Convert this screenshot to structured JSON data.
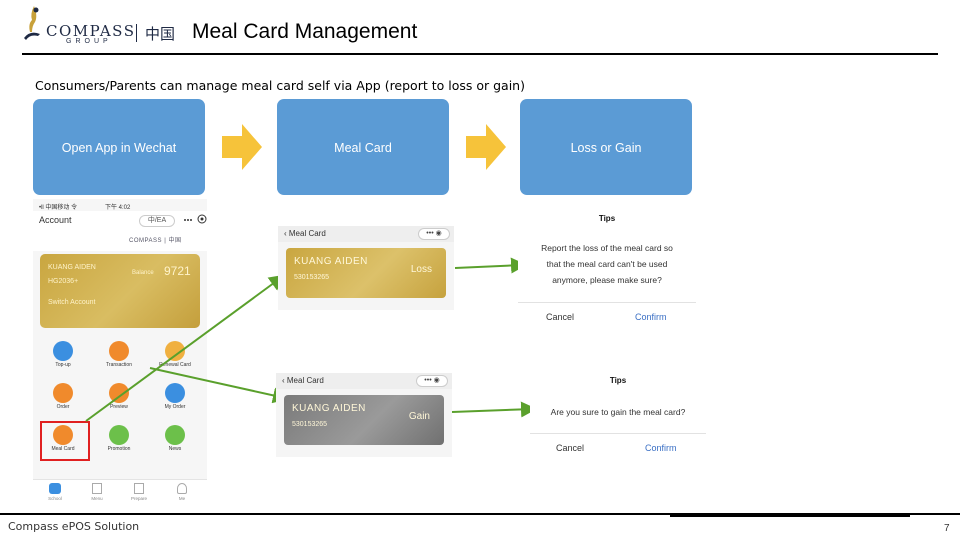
{
  "header": {
    "logo_word": "COMPASS",
    "logo_group": "GROUP",
    "logo_cn": "中国",
    "title": "Meal Card Management"
  },
  "subtitle": "Consumers/Parents can manage meal card self via App (report to loss or gain)",
  "steps": [
    {
      "label": "Open App in Wechat"
    },
    {
      "label": "Meal Card"
    },
    {
      "label": "Loss or Gain"
    }
  ],
  "colors": {
    "step_box": "#5b9bd5",
    "arrow": "#f6c33a",
    "connector": "#5aa02c",
    "highlight": "#e02020"
  },
  "phone": {
    "status_left": "•ll 中国移动 令",
    "status_time": "下午 4:02",
    "account_title": "Account",
    "capsule": "中/EA",
    "mini_logo": "COMPASS | 中国",
    "card_name": "KUANG AIDEN",
    "card_no": "HG2036+",
    "balance_label": "Balance",
    "balance_value": "9721",
    "switch_account": "Switch Account",
    "menu": [
      {
        "label": "Top-up",
        "icon": "clock-icon"
      },
      {
        "label": "Transaction",
        "icon": "list-icon"
      },
      {
        "label": "Renewal Card",
        "icon": "card-icon"
      },
      {
        "label": "Order",
        "icon": "cutlery-icon"
      },
      {
        "label": "Preview",
        "icon": "cutlery-icon"
      },
      {
        "label": "My Order",
        "icon": "document-icon"
      },
      {
        "label": "Meal Card",
        "icon": "meal-card-icon"
      },
      {
        "label": "Promotion",
        "icon": "tag-icon"
      },
      {
        "label": "News",
        "icon": "speaker-icon"
      }
    ],
    "tabs": [
      "School",
      "Menu",
      "Prepare",
      "Me"
    ]
  },
  "meal_card_loss": {
    "header": "Meal Card",
    "name": "KUANG AIDEN",
    "number": "530153265",
    "action": "Loss"
  },
  "meal_card_gain": {
    "header": "Meal Card",
    "name": "KUANG AIDEN",
    "number": "530153265",
    "action": "Gain"
  },
  "dialog_loss": {
    "title": "Tips",
    "message_lines": [
      "Report the loss of the meal card so",
      "that the meal card can't be used",
      "anymore, please make sure?"
    ],
    "cancel": "Cancel",
    "confirm": "Confirm"
  },
  "dialog_gain": {
    "title": "Tips",
    "message": "Are you sure to gain the meal card?",
    "cancel": "Cancel",
    "confirm": "Confirm"
  },
  "footer": {
    "text": "Compass ePOS Solution",
    "page": "7"
  }
}
